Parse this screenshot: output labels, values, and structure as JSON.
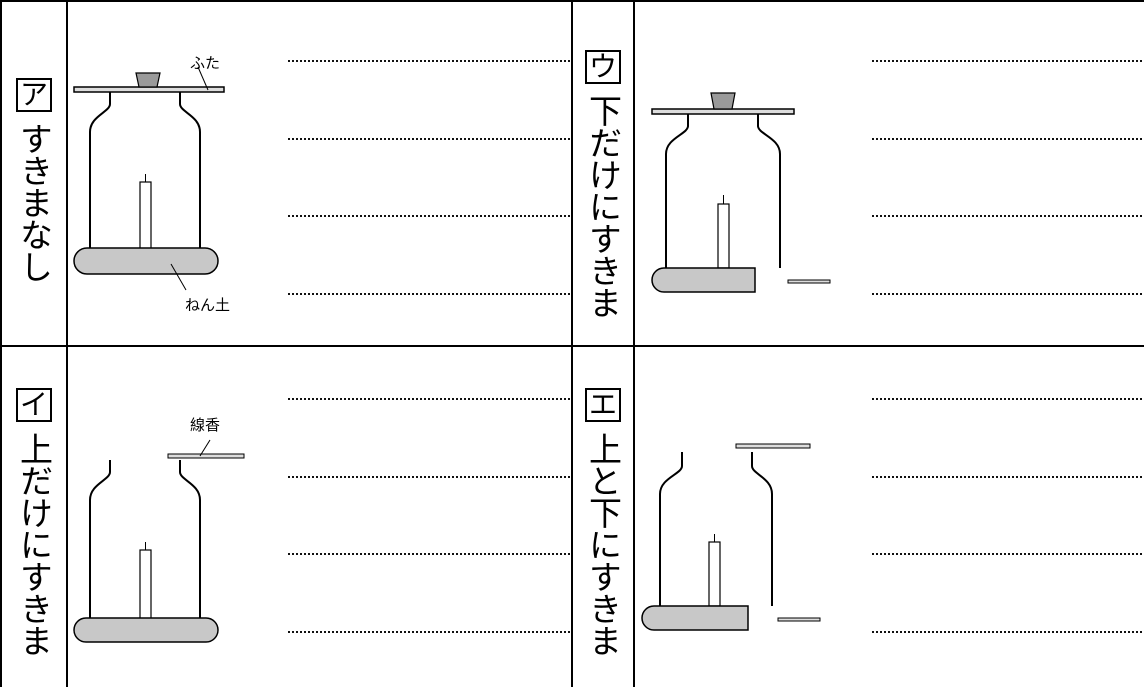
{
  "cells": {
    "a": {
      "letter": "ア",
      "caption": "すきまなし",
      "lid_label": "ふた",
      "clay_label": "ねん土"
    },
    "u": {
      "letter": "ウ",
      "caption": "下だけにすきま"
    },
    "i": {
      "letter": "イ",
      "caption": "上だけにすきま",
      "incense_label": "線香"
    },
    "e": {
      "letter": "エ",
      "caption": "上と下にすきま"
    }
  }
}
